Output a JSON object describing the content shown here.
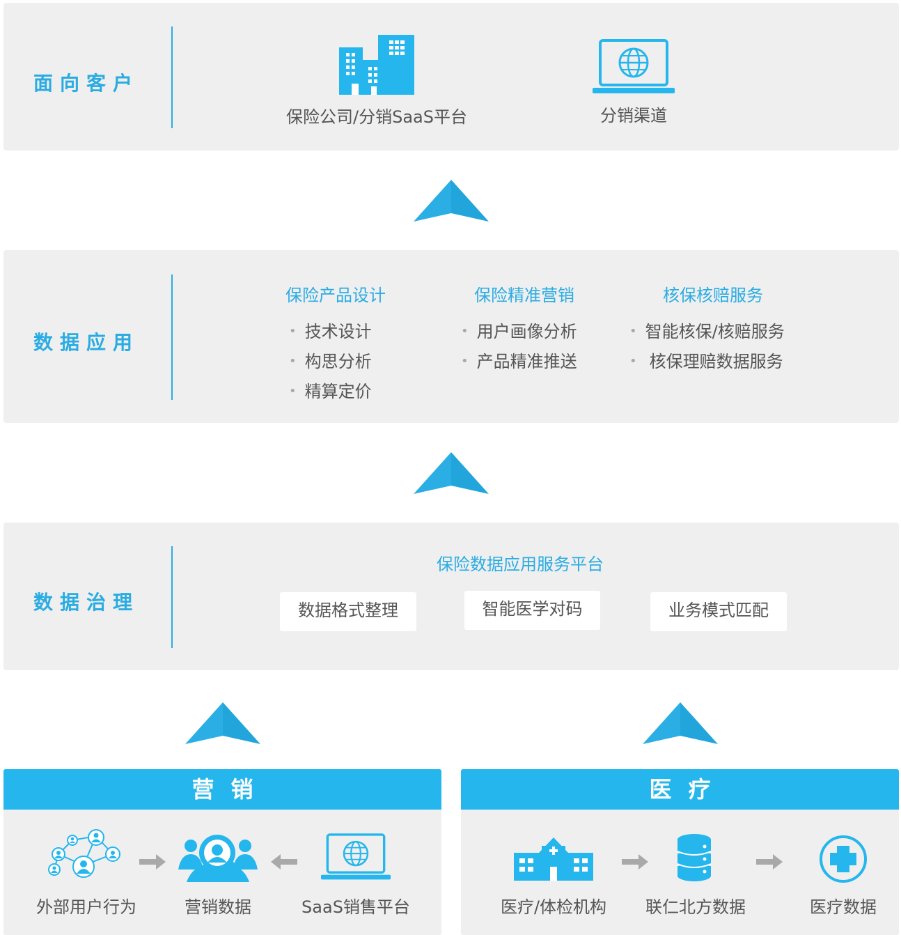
{
  "colors": {
    "accent": "#2aace2",
    "icon_blue": "#24b6ec",
    "panel_bg": "#efeff0",
    "text": "#555555",
    "arrow_gray": "#a9a9a9"
  },
  "customers": {
    "title": "面向客户",
    "items": [
      {
        "label": "保险公司/分销SaaS平台",
        "icon": "office-buildings-icon"
      },
      {
        "label": "分销渠道",
        "icon": "laptop-globe-icon"
      }
    ]
  },
  "data_app": {
    "title": "数据应用",
    "columns": [
      {
        "heading": "保险产品设计",
        "bullets": [
          "技术设计",
          "构思分析",
          "精算定价"
        ]
      },
      {
        "heading": "保险精准营销",
        "bullets": [
          "用户画像分析",
          "产品精准推送"
        ]
      },
      {
        "heading": "核保核赔服务",
        "bullets": [
          "智能核保/核赔服务",
          "核保理赔数据服务"
        ]
      }
    ]
  },
  "governance": {
    "title": "数据治理",
    "platform": "保险数据应用服务平台",
    "chips": [
      "数据格式整理",
      "智能医学对码",
      "业务模式匹配"
    ]
  },
  "marketing": {
    "title": "营销",
    "items": [
      {
        "label": "外部用户行为",
        "icon": "user-network-icon"
      },
      {
        "label": "营销数据",
        "icon": "user-search-icon"
      },
      {
        "label": "SaaS销售平台",
        "icon": "laptop-globe-icon"
      }
    ],
    "arrows": [
      "arrow-right-icon",
      "arrow-left-icon"
    ]
  },
  "medical": {
    "title": "医疗",
    "items": [
      {
        "label": "医疗/体检机构",
        "icon": "hospital-icon"
      },
      {
        "label": "联仁北方数据",
        "icon": "database-icon"
      },
      {
        "label": "医疗数据",
        "icon": "medical-cross-icon"
      }
    ],
    "arrows": [
      "arrow-right-icon",
      "arrow-right-icon"
    ]
  }
}
